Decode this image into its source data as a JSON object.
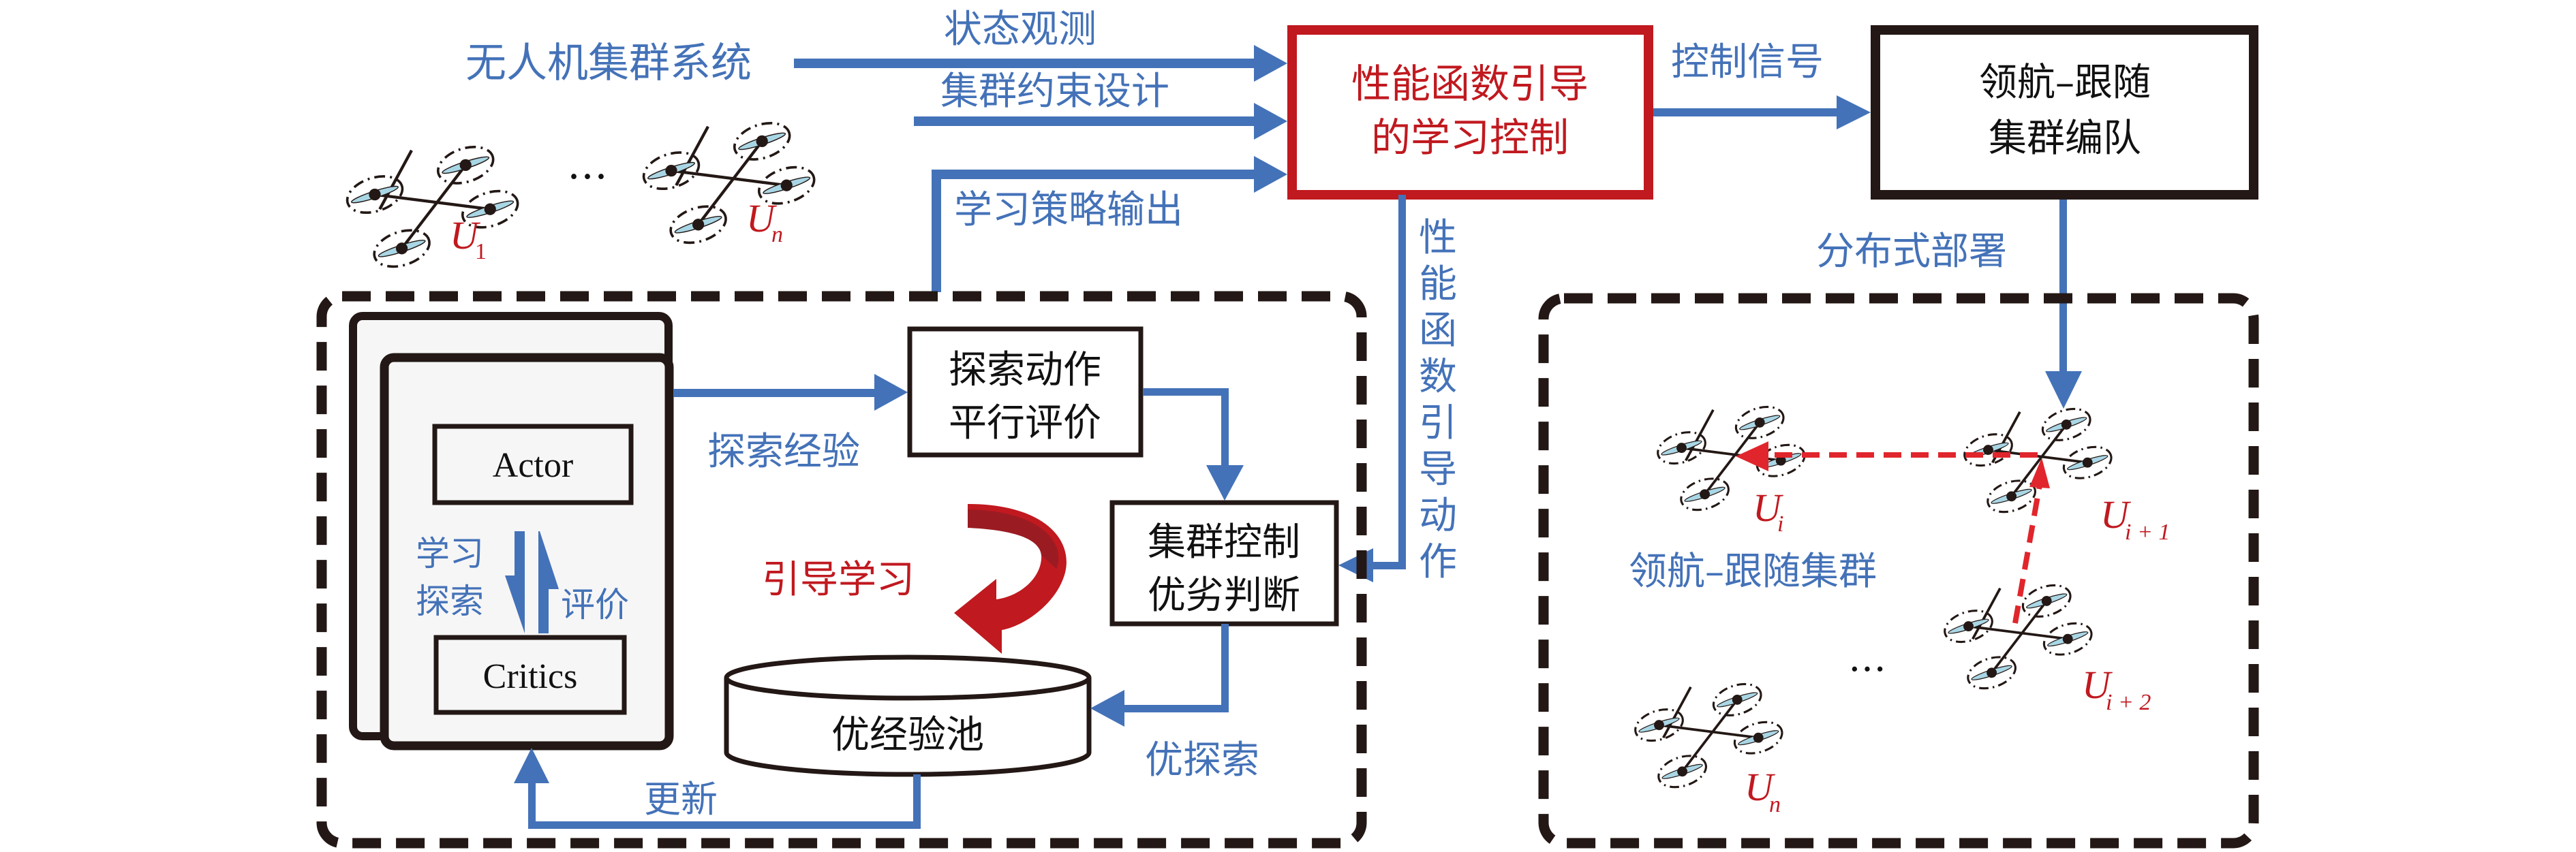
{
  "colors": {
    "blue": "#4472b8",
    "red": "#c0191f",
    "dark": "#231815",
    "panel": "#f6f6f6",
    "prop": "#a9d6e5"
  },
  "top": {
    "system_label": "无人机集群系统",
    "arrow_labels": {
      "state_observation": "状态观测",
      "constraint_design": "集群约束设计",
      "policy_output": "学习策略输出",
      "control_signal": "控制信号",
      "distributed_deploy": "分布式部署"
    },
    "controller_box": {
      "line1": "性能函数引导",
      "line2": "的学习控制"
    },
    "formation_box": {
      "line1": "领航–跟随",
      "line2": "集群编队"
    },
    "guided_action_label": [
      "性",
      "能",
      "函",
      "数",
      "引",
      "导",
      "动",
      "作"
    ],
    "drones": [
      {
        "label": "U",
        "sub": "1"
      },
      {
        "label": "U",
        "sub": "n"
      }
    ],
    "ellipsis": "…"
  },
  "learning_panel": {
    "actor": "Actor",
    "critics": "Critics",
    "learn_explore_line1": "学习",
    "learn_explore_line2": "探索",
    "evaluate": "评价",
    "explore_experience": "探索经验",
    "parallel_box": {
      "line1": "探索动作",
      "line2": "平行评价"
    },
    "judge_box": {
      "line1": "集群控制",
      "line2": "优劣判断"
    },
    "guided_learning": "引导学习",
    "pool": "优经验池",
    "better_explore": "优探索",
    "update": "更新"
  },
  "formation_panel": {
    "group_label": "领航–跟随集群",
    "drones": [
      {
        "label": "U",
        "sub": "i"
      },
      {
        "label": "U",
        "sub": "i + 1"
      },
      {
        "label": "U",
        "sub": "i + 2"
      },
      {
        "label": "U",
        "sub": "n"
      }
    ],
    "ellipsis": "…"
  }
}
